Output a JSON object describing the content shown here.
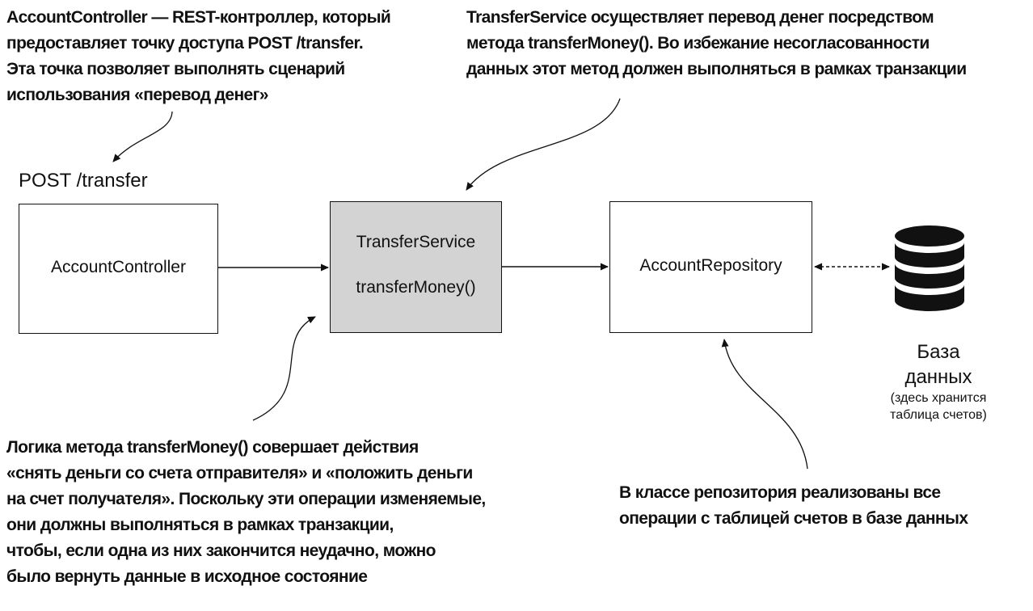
{
  "annotations": {
    "controller_note": [
      "AccountController — REST-контроллер, который",
      "предоставляет точку доступа POST /transfer.",
      "Эта точка позволяет выполнять сценарий",
      "использования «перевод денег»"
    ],
    "service_note": [
      "TransferService осуществляет перевод денег посредством",
      "метода transferMoney(). Во избежание несогласованности",
      "данных этот метод должен выполняться в рамках транзакции"
    ],
    "logic_note": [
      "Логика метода transferMoney() совершает действия",
      "«снять деньги со счета отправителя» и «положить деньги",
      "на счет получателя». Поскольку эти операции изменяемые,",
      "они должны выполняться в рамках транзакции,",
      "чтобы, если одна из них закончится неудачно, можно",
      "было вернуть данные в исходное состояние"
    ],
    "repository_note": [
      "В классе репозитория реализованы все",
      "операции с таблицей счетов в базе данных"
    ]
  },
  "endpoint_label": "POST /transfer",
  "boxes": {
    "controller": "AccountController",
    "service_name": "TransferService",
    "service_method": "transferMoney()",
    "repository": "AccountRepository"
  },
  "database": {
    "title_line1": "База",
    "title_line2": "данных",
    "note_line1": "(здесь хранится",
    "note_line2": "таблица счетов)"
  },
  "colors": {
    "service_fill": "#d3d3d3",
    "ink": "#111111"
  }
}
